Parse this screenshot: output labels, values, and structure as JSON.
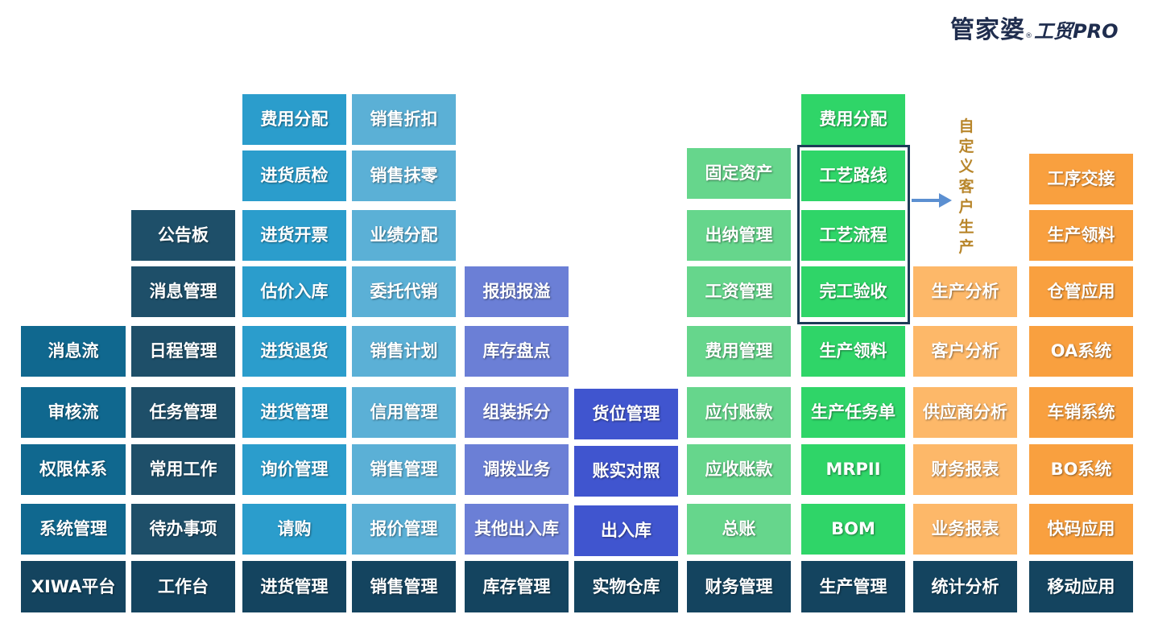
{
  "logo": {
    "brand": "管家婆",
    "registered": "®",
    "product": "工贸PRO"
  },
  "side_label": "自定义客户生产",
  "columns": [
    {
      "key": "xiwa",
      "color": "#10688f",
      "items": [
        "消息流",
        "审核流",
        "权限体系",
        "系统管理"
      ],
      "base": "XIWA平台"
    },
    {
      "key": "work",
      "color": "#1e4f69",
      "items": [
        "公告板",
        "消息管理",
        "日程管理",
        "任务管理",
        "常用工作",
        "待办事项"
      ],
      "base": "工作台"
    },
    {
      "key": "purchase",
      "color": "#2b9dcc",
      "items": [
        "费用分配",
        "进货质检",
        "进货开票",
        "估价入库",
        "进货退货",
        "进货管理",
        "询价管理",
        "请购"
      ],
      "base": "进货管理"
    },
    {
      "key": "sales",
      "color": "#5bb0d6",
      "items": [
        "销售折扣",
        "销售抹零",
        "业绩分配",
        "委托代销",
        "销售计划",
        "信用管理",
        "销售管理",
        "报价管理"
      ],
      "base": "销售管理"
    },
    {
      "key": "inventory",
      "color": "#6b7fd6",
      "items": [
        "报损报溢",
        "库存盘点",
        "组装拆分",
        "调拨业务",
        "其他出入库"
      ],
      "base": "库存管理"
    },
    {
      "key": "warehouse",
      "color": "#4055cf",
      "items": [
        "货位管理",
        "账实对照",
        "出入库"
      ],
      "base": "实物仓库"
    },
    {
      "key": "finance",
      "color": "#66d68c",
      "items": [
        "固定资产",
        "出纳管理",
        "工资管理",
        "费用管理",
        "应付账款",
        "应收账款",
        "总账"
      ],
      "base": "财务管理"
    },
    {
      "key": "production",
      "color": "#2fd568",
      "items": [
        "费用分配",
        "工艺路线",
        "工艺流程",
        "完工验收",
        "生产领料",
        "生产任务单",
        "MRPII",
        "BOM"
      ],
      "base": "生产管理"
    },
    {
      "key": "stats",
      "color": "#fdb869",
      "items": [
        "生产分析",
        "客户分析",
        "供应商分析",
        "财务报表",
        "业务报表"
      ],
      "base": "统计分析"
    },
    {
      "key": "mobile",
      "color": "#f9a03f",
      "items": [
        "工序交接",
        "生产领料",
        "仓管应用",
        "OA系统",
        "车销系统",
        "BO系统",
        "快码应用"
      ],
      "base": "移动应用"
    }
  ],
  "base_color": "#14445f"
}
